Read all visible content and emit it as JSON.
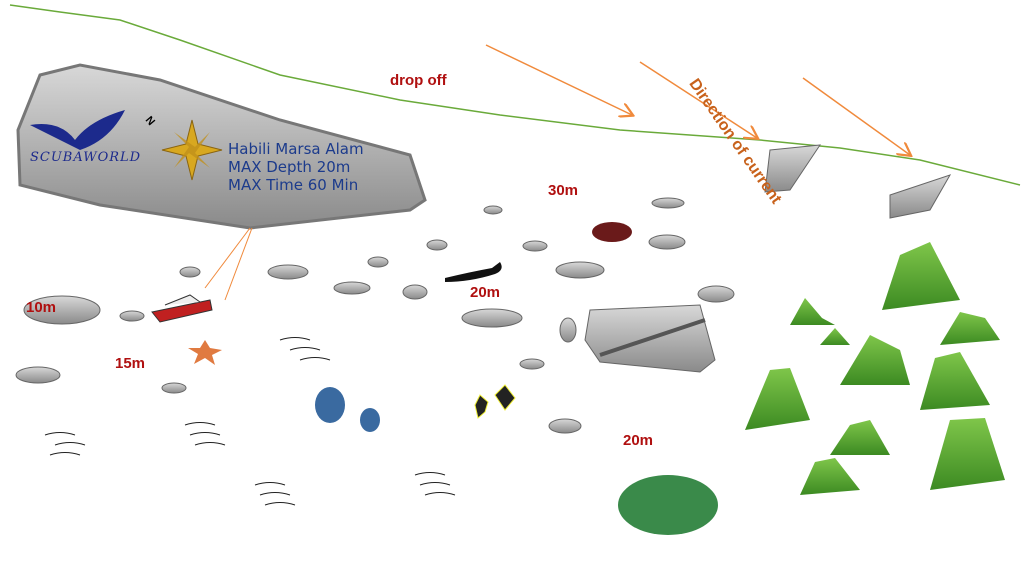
{
  "map": {
    "site_name": "Habili Marsa Alam",
    "max_depth": "MAX Depth 20m",
    "max_time": "MAX Time 60 Min",
    "logo_text": "SCUBAWORLD",
    "north_marker": "N",
    "drop_off_label": "drop off",
    "current_label": "Direction of current",
    "depth_labels": [
      "30m",
      "20m",
      "10m",
      "15m",
      "20m"
    ]
  },
  "colors": {
    "reef_edge": "#6aaa3a",
    "current_arrow": "#f08a3c",
    "depth_text": "#b01010",
    "rock": "#9a9a9a",
    "coral": "#5aa030"
  }
}
